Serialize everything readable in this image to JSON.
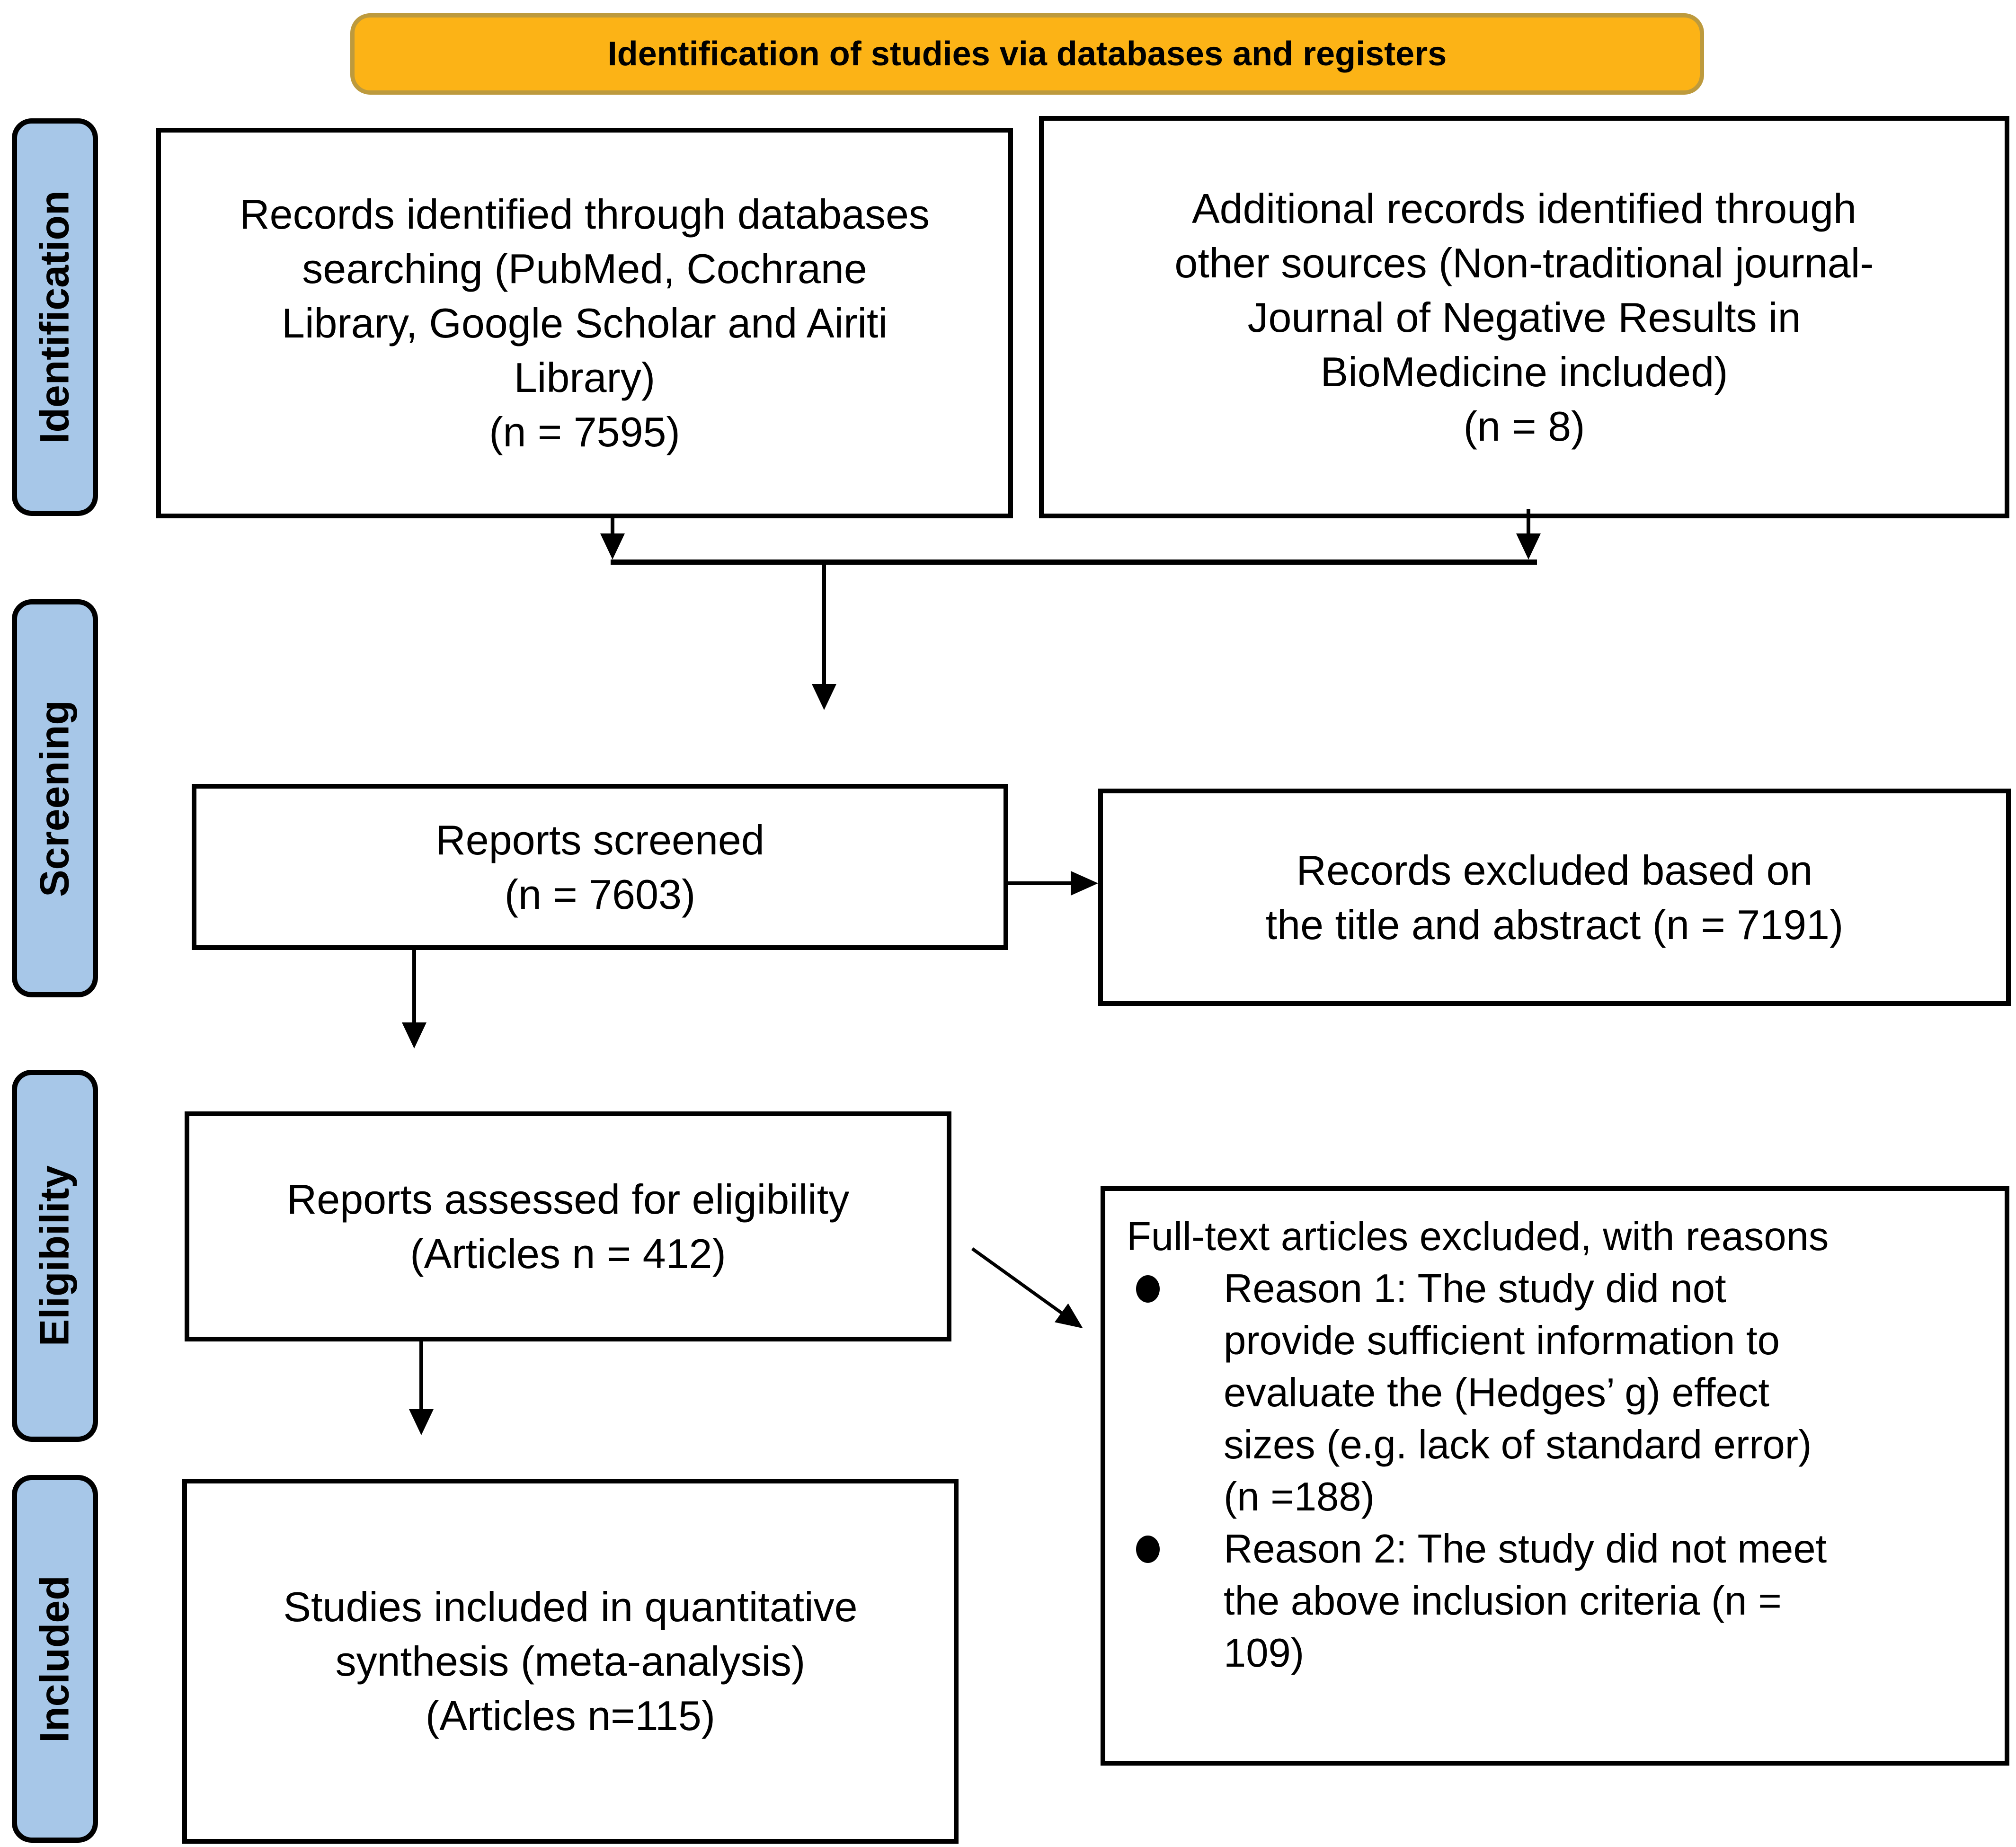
{
  "banner": {
    "label": "Identification of studies via databases and registers"
  },
  "sidebar": {
    "stages": [
      {
        "label": "Identification"
      },
      {
        "label": "Screening"
      },
      {
        "label": "Eligibility"
      },
      {
        "label": "Included"
      }
    ]
  },
  "boxes": {
    "records_identified": {
      "text": "Records identified through databases\nsearching (PubMed, Cochrane\nLibrary, Google Scholar and Airiti\nLibrary)\n(n = 7595)"
    },
    "additional_records": {
      "text": "Additional records identified through\nother sources (Non-traditional journal-\nJournal of Negative Results in\nBioMedicine included)\n(n = 8)"
    },
    "reports_screened": {
      "text": "Reports screened\n(n = 7603)"
    },
    "records_excluded": {
      "text": "Records excluded based on\nthe title and abstract (n = 7191)"
    },
    "reports_assessed": {
      "text": "Reports assessed for eligibility\n(Articles n = 412)"
    },
    "fulltext_excluded": {
      "title": "Full-text articles excluded, with reasons",
      "reasons": [
        "Reason 1: The study did not\nprovide sufficient information to\nevaluate the (Hedges’ g) effect\nsizes (e.g. lack of standard error)\n(n =188)",
        "Reason 2: The study did not meet\nthe above inclusion criteria (n =\n109)"
      ]
    },
    "studies_included": {
      "text": "Studies included in quantitative\nsynthesis (meta-analysis)\n(Articles n=115)"
    }
  },
  "colors": {
    "banner_bg": "#FCB316",
    "banner_border": "#BD9A3D",
    "stage_bg": "#A7C7E8",
    "stage_border": "#000000",
    "box_border": "#000000",
    "arrow": "#000000"
  }
}
